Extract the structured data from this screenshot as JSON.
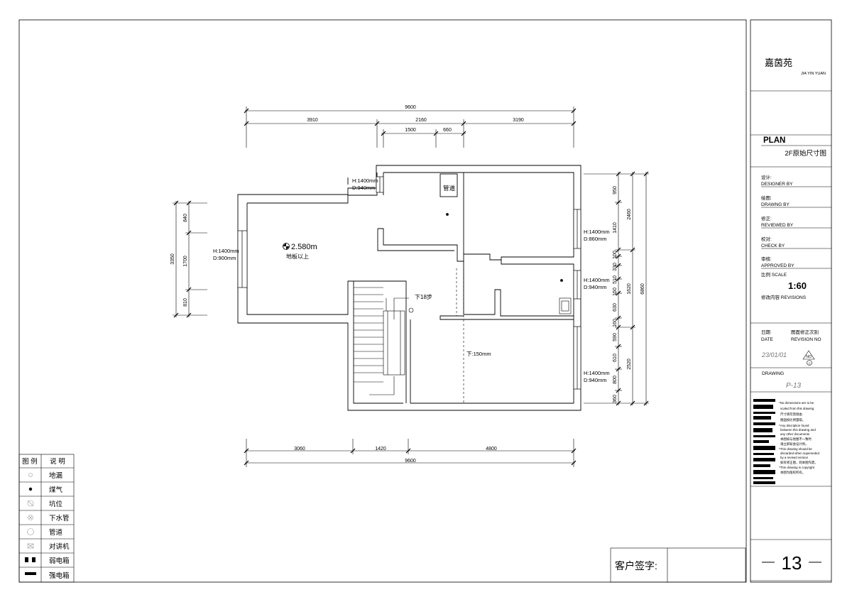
{
  "dimensions": {
    "top_total": "9600",
    "top_segments": [
      "3910",
      "2160",
      "3190"
    ],
    "top_sub": [
      "1500",
      "660"
    ],
    "bottom_segments": [
      "3060",
      "1420",
      "4800"
    ],
    "bottom_total": "9600",
    "left_total": "3350",
    "left_segments": [
      "840",
      "1700",
      "810"
    ],
    "right_outer": "6860",
    "right_mid": [
      "2460",
      "1620",
      "2520"
    ],
    "right_inner": [
      "950",
      "1410",
      "100",
      "330",
      "510",
      "150",
      "630",
      "160",
      "590",
      "610",
      "800",
      "360"
    ]
  },
  "windows": {
    "w_top": [
      "H:1400mm",
      "D:940mm"
    ],
    "w_left": [
      "H:1400mm",
      "D:900mm"
    ],
    "w_right1": [
      "H:1400mm",
      "D:860mm"
    ],
    "w_right2": [
      "H:1400mm",
      "D:940mm"
    ],
    "w_right3": [
      "H:1400mm",
      "D:940mm"
    ]
  },
  "plan_labels": {
    "height": "2.580m",
    "height_note": "地板以上",
    "pipe": "管道",
    "stairs": "下18步",
    "floor_drop": "下:150mm"
  },
  "legend": {
    "header_icon": "图 例",
    "header_desc": "说 明",
    "items": [
      {
        "icon": "floor-drain-icon",
        "label": "地漏"
      },
      {
        "icon": "gas-icon",
        "label": "煤气"
      },
      {
        "icon": "pit-icon",
        "label": "坑位"
      },
      {
        "icon": "drain-pipe-icon",
        "label": "下水管"
      },
      {
        "icon": "pipe-icon",
        "label": "管道"
      },
      {
        "icon": "intercom-icon",
        "label": "对讲机"
      },
      {
        "icon": "weak-box-icon",
        "label": "弱电箱"
      },
      {
        "icon": "strong-box-icon",
        "label": "强电箱"
      }
    ]
  },
  "signature": {
    "label": "客户签字:"
  },
  "title_block": {
    "project_cn": "嘉茵苑",
    "project_en": "JIA YIN YUAN",
    "plan_label": "PLAN",
    "plan_title": "2F原始尺寸图",
    "rows": [
      {
        "cn": "设计:",
        "en": "DESIGNER BY"
      },
      {
        "cn": "绘图:",
        "en": "DRAWNG BY"
      },
      {
        "cn": "修正:",
        "en": "REVIEWED BY"
      },
      {
        "cn": "校对:",
        "en": "CHECK BY"
      },
      {
        "cn": "审核:",
        "en": "APPROVED BY"
      }
    ],
    "scale_label": "比例 SCALE",
    "scale_value": "1:60",
    "revisions_label": "修改内容  REVISIONS",
    "date_cn": "日期",
    "date_en": "DATE",
    "rev_cn": "图面修正次别",
    "rev_en": "REVISION NO",
    "date_value": "23/01/01",
    "no_label": "NO",
    "no_value": "0",
    "drawing_label": "DRAWING",
    "drawing_no": "P-13",
    "notes": [
      "*No dimensions are to be",
      "scaled from this drawing",
      "尺寸请勿直接由",
      "图面按比例量取。",
      "*Any discription found",
      "between this drawing and",
      "any other documents",
      "本图如与他图不一致时",
      "请立即知会设计师。",
      "*This drawing should be",
      "discarded when superseded",
      "by a revised version",
      "如有修正图，则本图作废。",
      "*This drawing is copyright",
      "本图为版权所有。"
    ],
    "page_number": "13"
  }
}
